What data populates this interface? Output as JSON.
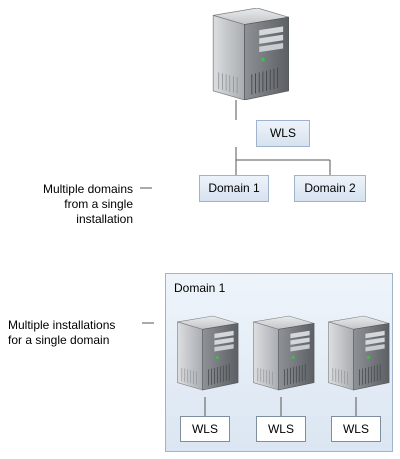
{
  "captions": {
    "top": [
      "Multiple domains",
      "from a single",
      "installation"
    ],
    "bottom": [
      "Multiple installations",
      "for a single domain"
    ]
  },
  "top_section": {
    "wls_label": "WLS",
    "domains": [
      "Domain 1",
      "Domain 2"
    ]
  },
  "bottom_section": {
    "panel_title": "Domain 1",
    "wls_labels": [
      "WLS",
      "WLS",
      "WLS"
    ]
  },
  "colors": {
    "box_border": "#9fb4cc",
    "box_fill_top": "#eef3f9",
    "box_fill_bottom": "#d6e2ef",
    "line": "#555555",
    "server_light": "#c9cccf",
    "server_dark": "#6f7377",
    "led": "#3fbf4a"
  }
}
